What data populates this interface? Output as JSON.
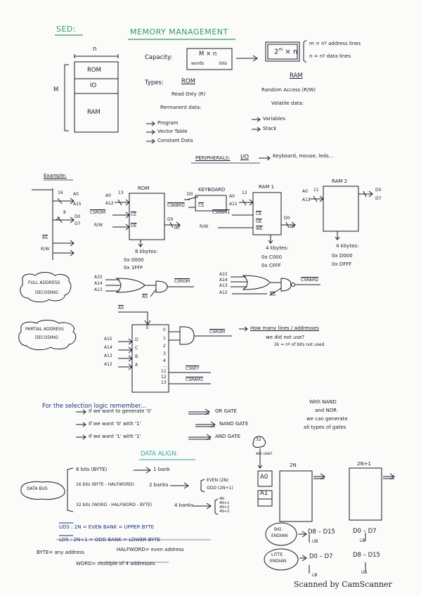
{
  "header": {
    "subject": "SED:",
    "title": "MEMORY MANAGEMENT"
  },
  "memory_map": {
    "width_label": "n",
    "height_label": "M",
    "blocks": [
      "ROM",
      "IO",
      "RAM"
    ]
  },
  "capacity": {
    "label": "Capacity:",
    "formula": "M × n",
    "sub_words": "words",
    "sub_bits": "bits",
    "power": "2",
    "exponent": "m",
    "times_n": "× n",
    "m_def": "m = nº address lines",
    "n_def": "n = nº data lines"
  },
  "types": {
    "label": "Types:",
    "rom_head": "ROM",
    "rom_mode": "Read Only (R)",
    "rom_data": "Permanent data:",
    "rom_items": [
      "Program",
      "Vector Table",
      "Constant Data"
    ],
    "ram_head": "RAM",
    "ram_mode": "Random Access (R/W)",
    "ram_data": "Volatile data:",
    "ram_items": [
      "Variables",
      "Stack"
    ]
  },
  "peripherals": {
    "label": "PERIPHERALS:",
    "io": "I/O",
    "examples": "Keyboard, mouse, leds..."
  },
  "example": {
    "label": "Example:",
    "cpu_lines": {
      "addr_bits": "16",
      "a0": "A0",
      "a15": "A15",
      "data_bits": "8",
      "d0": "D0",
      "d7": "D7",
      "as": "AS",
      "rw": "R/W"
    },
    "rom": {
      "name": "ROM",
      "in_bits": "13",
      "a0": "A0",
      "a12": "A12",
      "cs": "CSROM",
      "ce": "CE",
      "oe": "OE",
      "rw": "R/W",
      "d0": "D0",
      "d7": "D7",
      "size": "8 kbytes:",
      "start": "0x 0000",
      "end": "0x 1FFF"
    },
    "keyboard": {
      "name": "KEYBOARD",
      "cs": "CSKBRD",
      "cs2": "CS",
      "d0": "D0"
    },
    "ram1": {
      "name": "RAM 1",
      "in_bits": "12",
      "a0": "A0",
      "a11": "A11",
      "cs": "CSRAM1",
      "ce": "CE",
      "oe": "OE",
      "we": "WE",
      "rw": "R/W",
      "d0": "D0",
      "d7": "D7",
      "size": "4 kbytes:",
      "start": "0x C000",
      "end": "0x CFFF"
    },
    "ram2": {
      "name": "RAM 2",
      "in_bits": "11",
      "a0": "A0",
      "a11": "A11",
      "d0": "D0",
      "d7": "D7",
      "size": "4 kbytes:",
      "start": "0x D000",
      "end": "0x DFFF"
    }
  },
  "full_decoding": {
    "label_1": "FULL ADDRESS",
    "label_2": "DECODING",
    "inputs": [
      "A15",
      "A14",
      "A13"
    ],
    "as": "AS",
    "output": "CSROM",
    "inputs_2": [
      "A15",
      "A14",
      "A13",
      "A12"
    ],
    "as_2": "AS",
    "output_2": "CSRAM2"
  },
  "partial_decoding": {
    "label_1": "PARTIAL ADDRESS",
    "label_2": "DECODING",
    "as": "AS",
    "enable": "E",
    "inputs": [
      "A15",
      "A14",
      "A13",
      "A12"
    ],
    "input_pins": [
      "D",
      "C",
      "B",
      "A"
    ],
    "out_pins": [
      "0",
      "1",
      "2",
      "3",
      "4",
      "...",
      "11",
      "12",
      "13"
    ],
    "outputs": [
      "CSROM",
      "CSKEY",
      "CSRAM1"
    ],
    "question_1": "How many lines / addresses",
    "question_2": "we did not use?",
    "formula": "2k = nº of bits not used"
  },
  "selection": {
    "intro": "For the selection logic remember...",
    "rules": [
      {
        "cond": "If we want to generate '0'",
        "gate": "OR GATE"
      },
      {
        "cond": "If we want '0' with '1'",
        "gate": "NAND GATE"
      },
      {
        "cond": "If we want '1' with '1'",
        "gate": "AND GATE"
      }
    ],
    "note_1": "With NAND",
    "note_2": "and NOR",
    "note_3": "we can generate",
    "note_4": "all types of gates"
  },
  "data_align": {
    "title": "DATA ALIGN:",
    "bus_label": "DATA BUS",
    "rows": [
      {
        "bits": "8 bits (BYTE)",
        "result": "1 bank"
      },
      {
        "bits": "16 bits (BYTE - HALFWORD)",
        "result": "2 banks",
        "map": [
          "EVEN (2N)",
          "ODD (2N+1)"
        ]
      },
      {
        "bits": "32 bits (WORD - HALFWORD - BYTE)",
        "result": "4 banks",
        "map": [
          "4N",
          "4N+1",
          "4N+2",
          "4N+3"
        ]
      }
    ],
    "size_bubble": "32",
    "we_use": "we use!",
    "a0": "A0",
    "a1": "A1",
    "bank_2n": "2N",
    "bank_2n1": "2N+1",
    "big": "BIG",
    "big_2": "ENDIAN",
    "little": "LITTE",
    "little_2": "ENDIAN",
    "big_even": "D8 – D15",
    "big_even_sub": "UB",
    "big_odd": "D0 – D7",
    "big_odd_sub": "LB",
    "little_even": "D0 – D7",
    "little_even_sub": "LB",
    "little_odd": "D8 – D15",
    "little_odd_sub": "UB",
    "uds_line": "UDS : 2N = EVEN BANK = UPPER BYTE",
    "lds_line": "LDS : 2N+1 = ODD BANK = LOWER BYTE",
    "byte_def": "BYTE= any address",
    "halfword_def": "HALFWORD= even address",
    "word_def": "WORD= multiple of 4 addresses"
  },
  "footer": {
    "scanned": "Scanned by CamScanner"
  }
}
